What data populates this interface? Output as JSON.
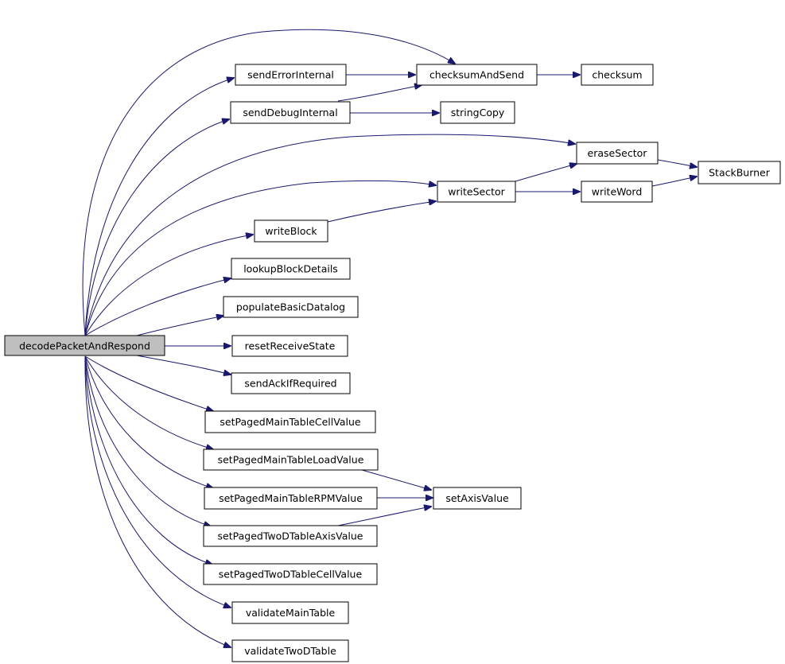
{
  "graph": {
    "root": "decodePacketAndRespond",
    "nodes": {
      "decodePacketAndRespond": "decodePacketAndRespond",
      "sendErrorInternal": "sendErrorInternal",
      "checksumAndSend": "checksumAndSend",
      "checksum": "checksum",
      "sendDebugInternal": "sendDebugInternal",
      "stringCopy": "stringCopy",
      "eraseSector": "eraseSector",
      "StackBurner": "StackBurner",
      "writeSector": "writeSector",
      "writeWord": "writeWord",
      "writeBlock": "writeBlock",
      "lookupBlockDetails": "lookupBlockDetails",
      "populateBasicDatalog": "populateBasicDatalog",
      "resetReceiveState": "resetReceiveState",
      "sendAckIfRequired": "sendAckIfRequired",
      "setPagedMainTableCellValue": "setPagedMainTableCellValue",
      "setPagedMainTableLoadValue": "setPagedMainTableLoadValue",
      "setAxisValue": "setAxisValue",
      "setPagedMainTableRPMValue": "setPagedMainTableRPMValue",
      "setPagedTwoDTableAxisValue": "setPagedTwoDTableAxisValue",
      "setPagedTwoDTableCellValue": "setPagedTwoDTableCellValue",
      "validateMainTable": "validateMainTable",
      "validateTwoDTable": "validateTwoDTable"
    },
    "edges": [
      [
        "decodePacketAndRespond",
        "checksumAndSend"
      ],
      [
        "decodePacketAndRespond",
        "sendErrorInternal"
      ],
      [
        "decodePacketAndRespond",
        "sendDebugInternal"
      ],
      [
        "decodePacketAndRespond",
        "eraseSector"
      ],
      [
        "decodePacketAndRespond",
        "writeSector"
      ],
      [
        "decodePacketAndRespond",
        "writeBlock"
      ],
      [
        "decodePacketAndRespond",
        "lookupBlockDetails"
      ],
      [
        "decodePacketAndRespond",
        "populateBasicDatalog"
      ],
      [
        "decodePacketAndRespond",
        "resetReceiveState"
      ],
      [
        "decodePacketAndRespond",
        "sendAckIfRequired"
      ],
      [
        "decodePacketAndRespond",
        "setPagedMainTableCellValue"
      ],
      [
        "decodePacketAndRespond",
        "setPagedMainTableLoadValue"
      ],
      [
        "decodePacketAndRespond",
        "setPagedMainTableRPMValue"
      ],
      [
        "decodePacketAndRespond",
        "setPagedTwoDTableAxisValue"
      ],
      [
        "decodePacketAndRespond",
        "setPagedTwoDTableCellValue"
      ],
      [
        "decodePacketAndRespond",
        "validateMainTable"
      ],
      [
        "decodePacketAndRespond",
        "validateTwoDTable"
      ],
      [
        "sendErrorInternal",
        "checksumAndSend"
      ],
      [
        "sendDebugInternal",
        "checksumAndSend"
      ],
      [
        "sendDebugInternal",
        "stringCopy"
      ],
      [
        "checksumAndSend",
        "checksum"
      ],
      [
        "writeSector",
        "eraseSector"
      ],
      [
        "writeSector",
        "writeWord"
      ],
      [
        "eraseSector",
        "StackBurner"
      ],
      [
        "writeWord",
        "StackBurner"
      ],
      [
        "writeBlock",
        "writeSector"
      ],
      [
        "setPagedMainTableLoadValue",
        "setAxisValue"
      ],
      [
        "setPagedMainTableRPMValue",
        "setAxisValue"
      ],
      [
        "setPagedTwoDTableAxisValue",
        "setAxisValue"
      ]
    ]
  }
}
